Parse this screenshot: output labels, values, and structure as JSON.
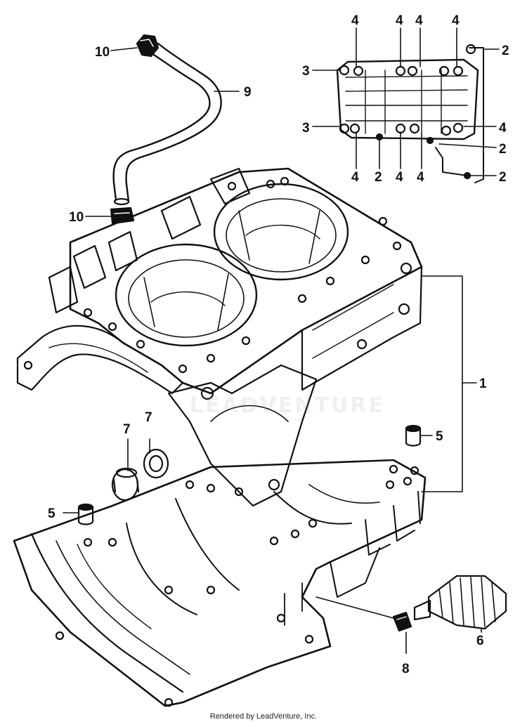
{
  "colors": {
    "ink": "#111111",
    "paper": "#ffffff"
  },
  "callouts": [
    {
      "id": "c10a",
      "label": "10"
    },
    {
      "id": "c9",
      "label": "9"
    },
    {
      "id": "c10b",
      "label": "10"
    },
    {
      "id": "c4a",
      "label": "4"
    },
    {
      "id": "c4b",
      "label": "4"
    },
    {
      "id": "c4c",
      "label": "4"
    },
    {
      "id": "c4d",
      "label": "4"
    },
    {
      "id": "c2a",
      "label": "2"
    },
    {
      "id": "c3a",
      "label": "3"
    },
    {
      "id": "c3b",
      "label": "3"
    },
    {
      "id": "c4e",
      "label": "4"
    },
    {
      "id": "c2b",
      "label": "2"
    },
    {
      "id": "c4f",
      "label": "4"
    },
    {
      "id": "c2c",
      "label": "2"
    },
    {
      "id": "c4g",
      "label": "4"
    },
    {
      "id": "c4h",
      "label": "4"
    },
    {
      "id": "c2d",
      "label": "2"
    },
    {
      "id": "c1",
      "label": "1"
    },
    {
      "id": "c5a",
      "label": "5"
    },
    {
      "id": "c7a",
      "label": "7"
    },
    {
      "id": "c7b",
      "label": "7"
    },
    {
      "id": "c5b",
      "label": "5"
    },
    {
      "id": "c6",
      "label": "6"
    },
    {
      "id": "c8",
      "label": "8"
    }
  ],
  "footer": "Rendered by LeadVenture, Inc.",
  "watermark": {
    "text": "LEADVENTURE",
    "logo": "leadventure-logo"
  }
}
